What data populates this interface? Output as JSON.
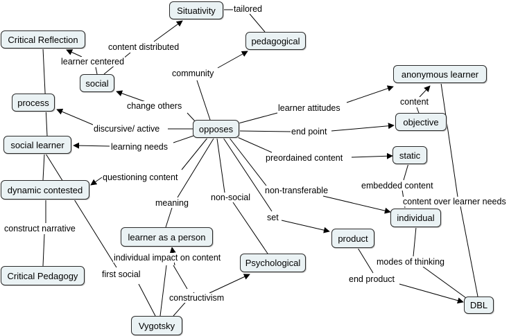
{
  "nodes": {
    "situativity": "Situativity",
    "critical_reflection": "Critical Reflection",
    "pedagogical": "pedagogical",
    "social": "social",
    "anonymous_learner": "anonymous learner",
    "process": "process",
    "opposes": "opposes",
    "objective": "objective",
    "social_learner": "social learner",
    "static": "static",
    "dynamic_contested": "dynamic contested",
    "individual": "individual",
    "learner_as_person": "learner as a person",
    "product": "product",
    "psychological": "Psychological",
    "critical_pedagogy": "Critical Pedagogy",
    "dbl": "DBL",
    "vygotsky": "Vygotsky"
  },
  "links": {
    "tailored": "tailored",
    "content_distributed": "content distributed",
    "learner_centered": "learner centered",
    "community": "community",
    "change_others": "change others",
    "learner_attitudes": "learner attitudes",
    "content": "content",
    "discursive_active": "discursive/ active",
    "end_point": "end point",
    "learning_needs": "learning needs",
    "preordained_content": "preordained content",
    "questioning_content": "questioning content",
    "embedded_content": "embedded content",
    "non_transferable": "non-transferable",
    "content_over_learner_needs": "content over learner needs",
    "meaning": "meaning",
    "non_social": "non-social",
    "construct_narrative": "construct narrative",
    "set": "set",
    "individual_impact": "individual impact on content",
    "modes_of_thinking": "modes of thinking",
    "first_social": "first social",
    "end_product": "end product",
    "constructivism": "constructivism"
  }
}
